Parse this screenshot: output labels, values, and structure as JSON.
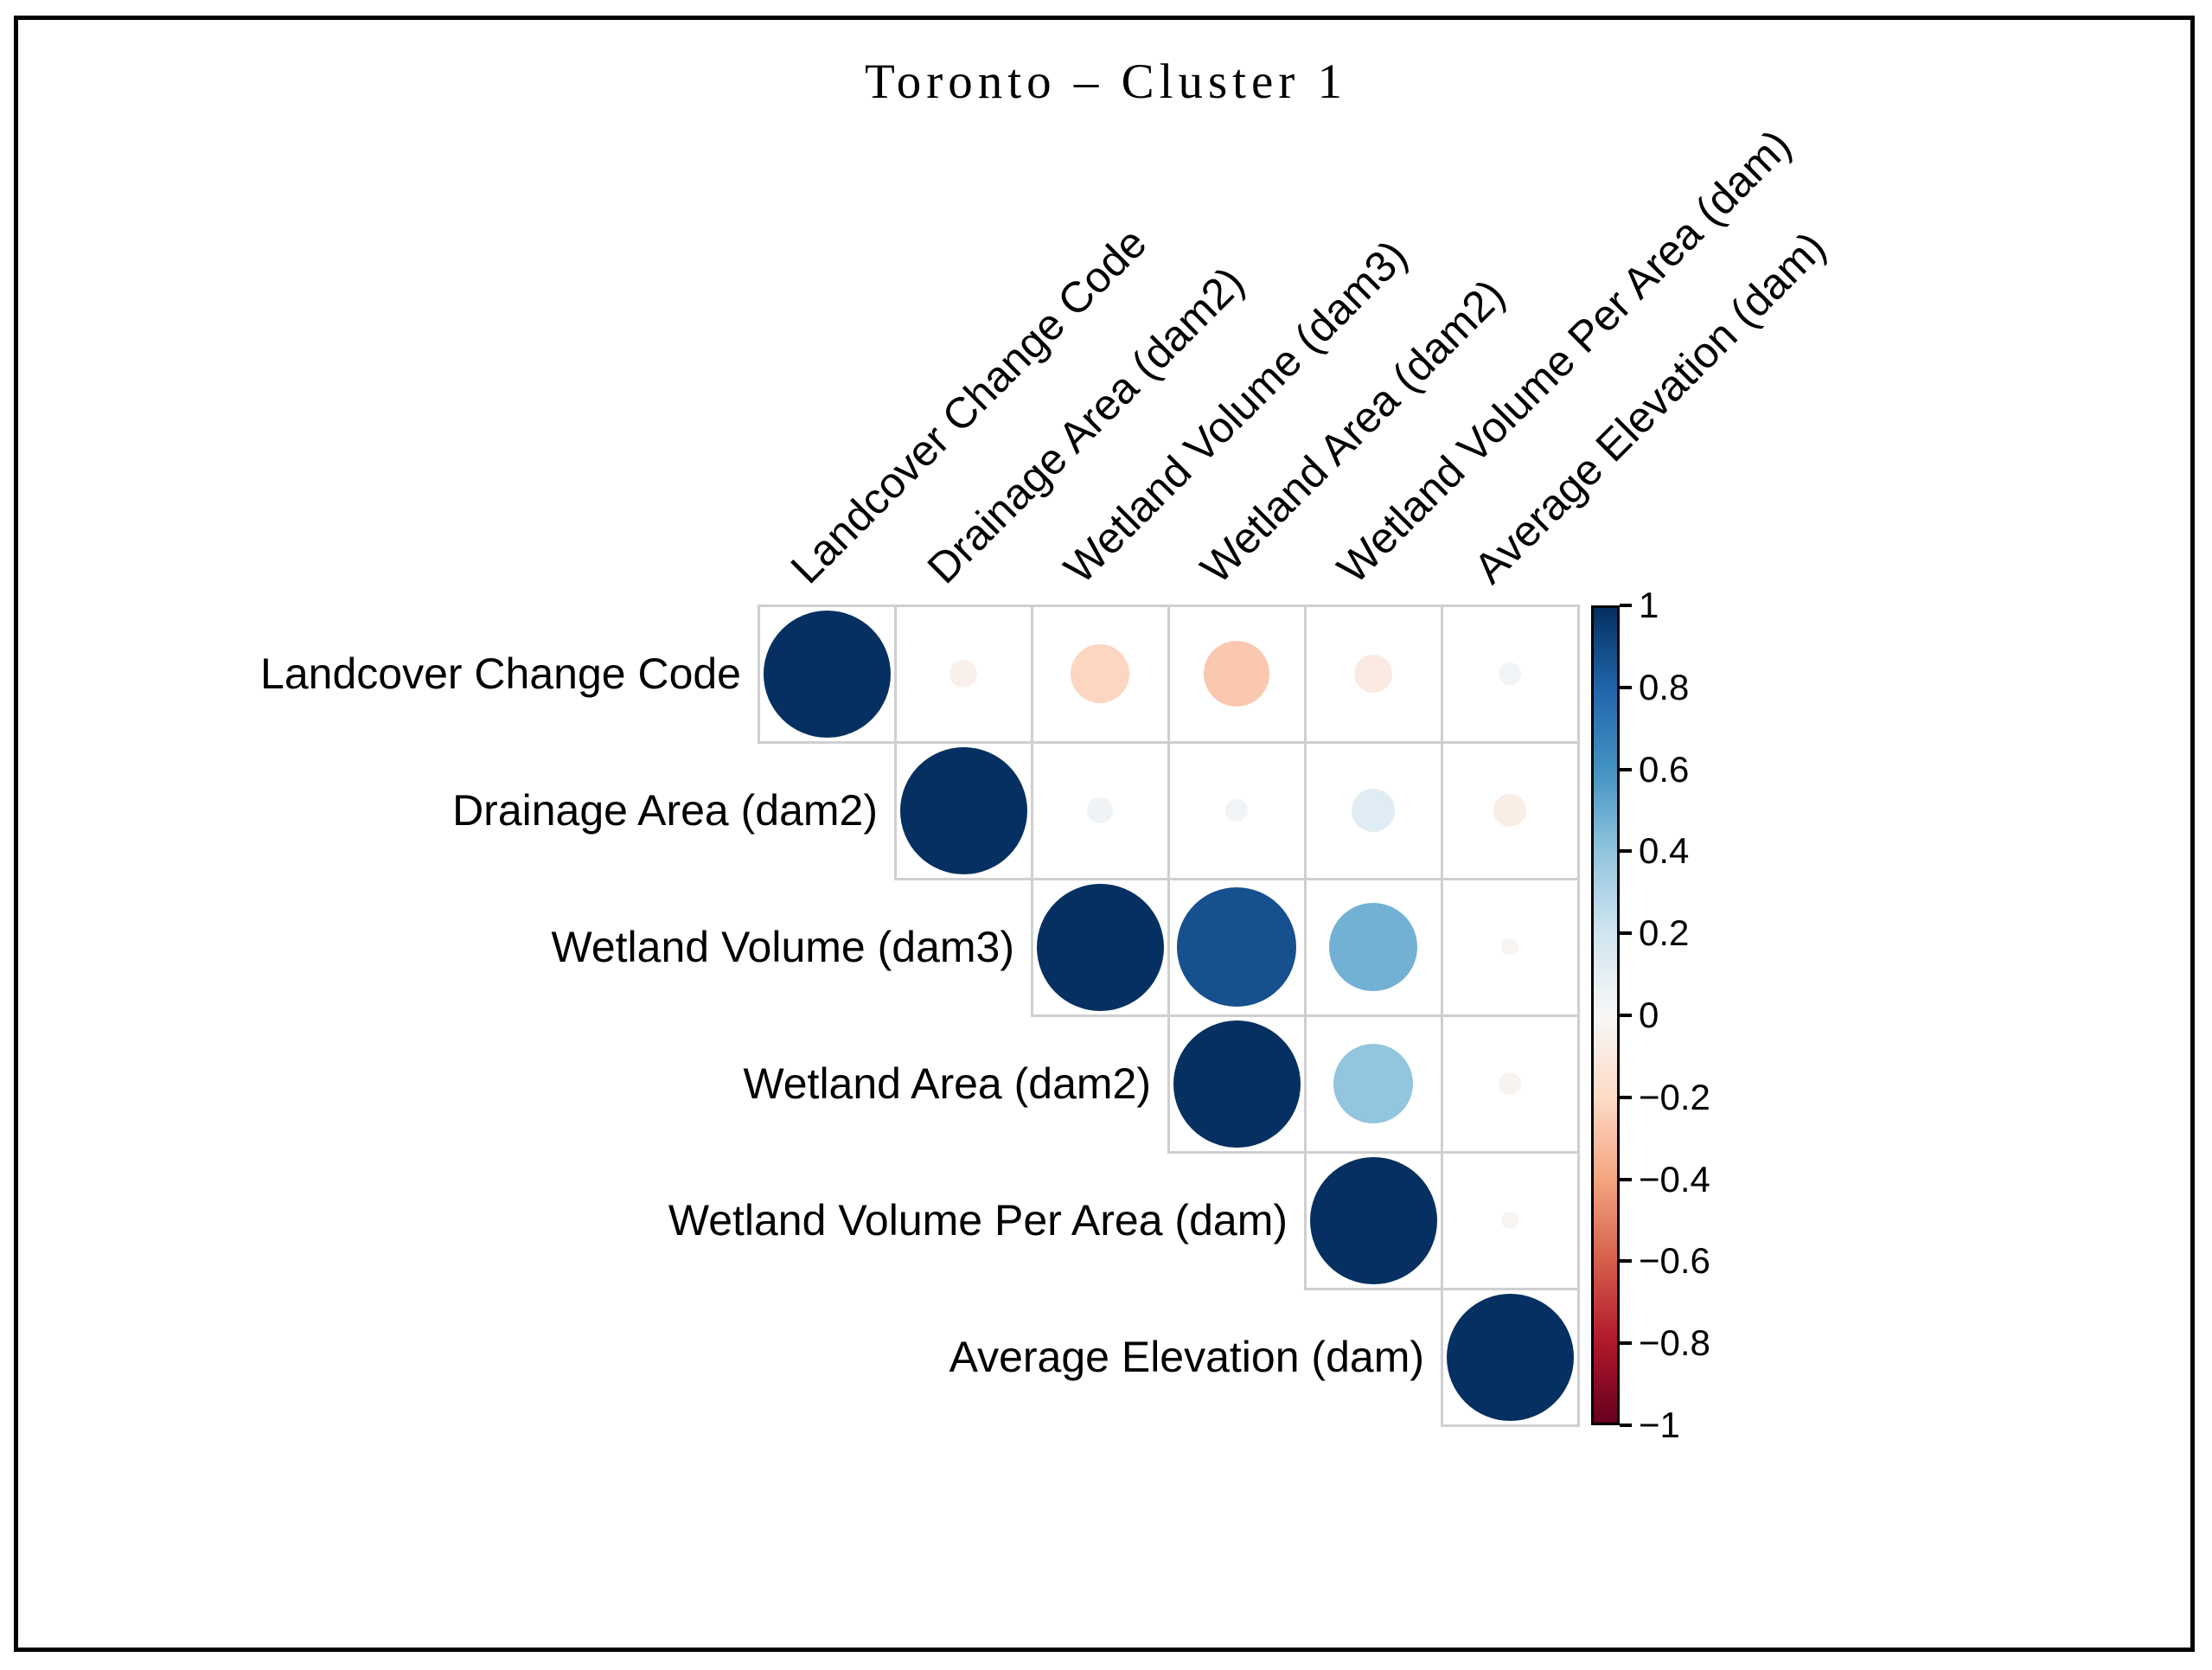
{
  "chart_data": {
    "type": "heatmap",
    "subtype": "correlation-matrix-circles",
    "title": "Toronto – Cluster 1",
    "layout_hint": "upper-triangle corrplot, circle area proportional to |r|, diagonal = 1, colorbar on right",
    "variables": [
      "Landcover Change Code",
      "Drainage Area (dam2)",
      "Wetland Volume (dam3)",
      "Wetland Area (dam2)",
      "Wetland Volume Per Area (dam)",
      "Average Elevation (dam)"
    ],
    "matrix": [
      [
        1,
        -0.05,
        -0.22,
        -0.27,
        -0.09,
        0.03
      ],
      [
        null,
        1,
        0.04,
        0.03,
        0.12,
        -0.07
      ],
      [
        null,
        null,
        1,
        0.88,
        0.48,
        -0.02
      ],
      [
        null,
        null,
        null,
        1,
        0.4,
        -0.03
      ],
      [
        null,
        null,
        null,
        null,
        1,
        -0.02
      ],
      [
        null,
        null,
        null,
        null,
        null,
        1
      ]
    ],
    "colorbar": {
      "min": -1,
      "max": 1,
      "position": "right",
      "tick_labels": [
        "1",
        "0.8",
        "0.6",
        "0.4",
        "0.2",
        "0",
        "−0.2",
        "−0.4",
        "−0.6",
        "−0.8",
        "−1"
      ]
    },
    "palette_rdbu_stops": [
      "#053061",
      "#2166ac",
      "#4393c3",
      "#92c5de",
      "#d1e5f0",
      "#f7f7f7",
      "#fddbc7",
      "#f4a582",
      "#d6604d",
      "#b2182b",
      "#67001f"
    ],
    "grid_line_color": "#cfcfcf",
    "frame_color": "#000000"
  }
}
